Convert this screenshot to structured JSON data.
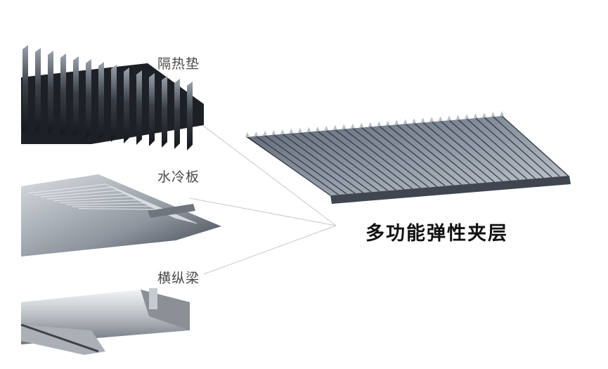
{
  "labels": {
    "insulation_pad": "隔热垫",
    "cold_plate": "水冷板",
    "cross_beam": "横纵梁",
    "elastic_layer": "多功能弹性夹层"
  },
  "colors": {
    "background": "#ffffff",
    "label_text": "#4a4a4a",
    "main_label_text": "#111111",
    "leader_line": "#c8c8c8"
  }
}
